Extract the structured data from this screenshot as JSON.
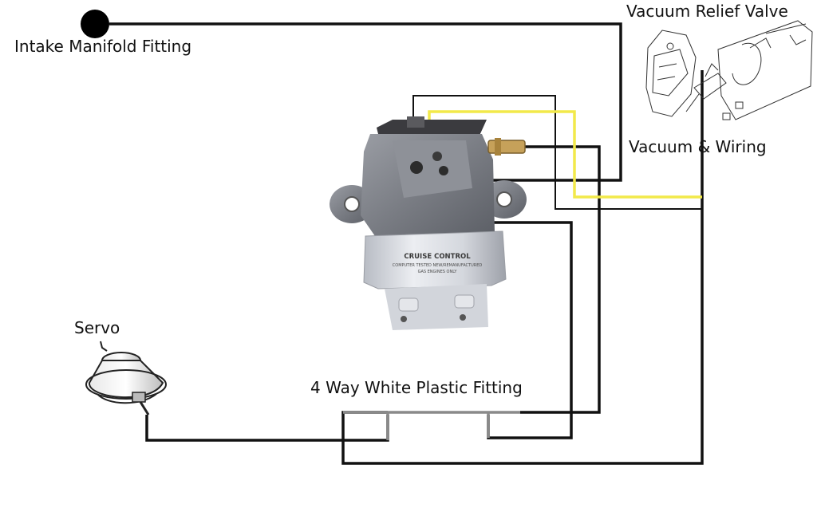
{
  "labels": {
    "intake_manifold_fitting": "Intake Manifold Fitting",
    "vacuum_relief_valve": "Vacuum Relief Valve",
    "vacuum_and_wiring": "Vacuum & Wiring",
    "servo": "Servo",
    "four_way_fitting": "4 Way White Plastic Fitting"
  },
  "module_label": {
    "line1": "CRUISE CONTROL",
    "line2": "COMPUTER TESTED NEW/REMANUFACTURED",
    "line3": "GAS ENGINES ONLY"
  },
  "colors": {
    "hose": "#111111",
    "fitting_branch": "#8a8a8a",
    "wire": "#f2e94a",
    "module_body": "#7d8088",
    "module_can": "#d9dbe0"
  }
}
